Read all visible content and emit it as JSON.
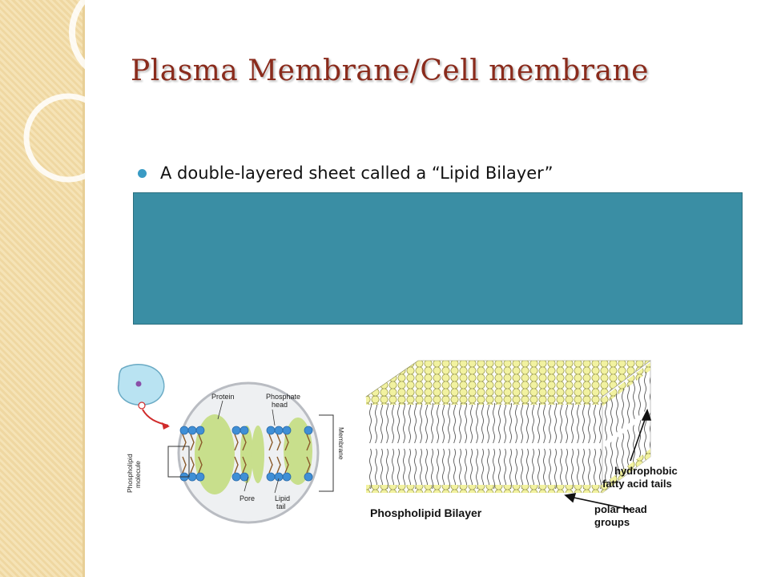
{
  "slide": {
    "title": "Plasma Membrane/Cell membrane",
    "bullets": [
      "A double-layered sheet called a “Lipid Bilayer”"
    ]
  },
  "figure_left": {
    "labels": {
      "protein": "Protein",
      "phosphate_head_line1": "Phosphate",
      "phosphate_head_line2": "head",
      "phospholipid_line1": "Phospholipid",
      "phospholipid_line2": "molecule",
      "pore": "Pore",
      "lipid_tail_line1": "Lipid",
      "lipid_tail_line2": "tail",
      "membrane": "Membrane"
    }
  },
  "figure_right": {
    "labels": {
      "title": "Phospholipid Bilayer",
      "tails_line1": "hydrophobic",
      "tails_line2": "fatty acid tails",
      "heads_line1": "polar head",
      "heads_line2": "groups"
    }
  },
  "colors": {
    "title": "#8a2b1c",
    "bullet": "#3a9bc4",
    "box": "#3a8ea4",
    "head_yellow": "#f2f2a0",
    "head_blue": "#3f8fd6",
    "protein_green": "#c8df8c"
  }
}
